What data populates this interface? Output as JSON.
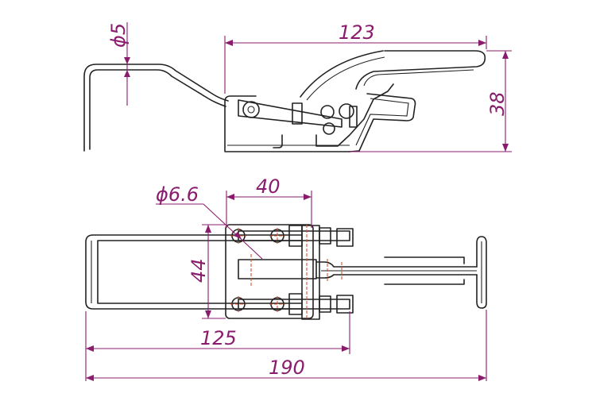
{
  "colors": {
    "part_line": "#222222",
    "dimension": "#8a1c6e",
    "centerline": "#d9532b",
    "background": "#ffffff"
  },
  "dimensions": {
    "wire_dia": "ϕ5",
    "length_123": "123",
    "height_38": "38",
    "hole_dia": "ϕ6.6",
    "spacing_40": "40",
    "width_44": "44",
    "length_125": "125",
    "length_190": "190"
  }
}
